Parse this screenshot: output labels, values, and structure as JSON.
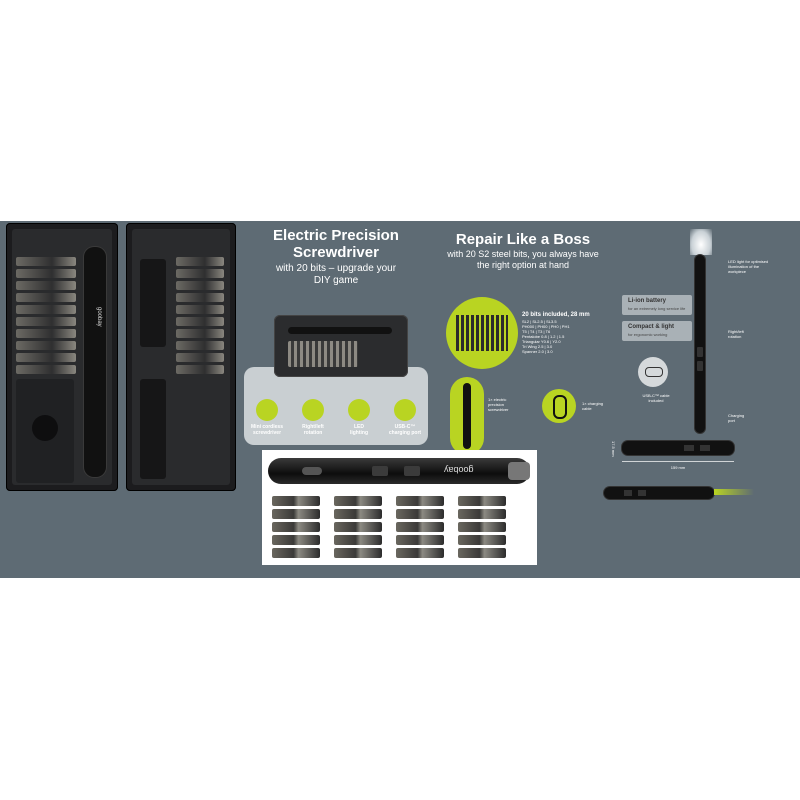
{
  "headline": {
    "title_line1": "Electric Precision",
    "title_line2": "Screwdriver",
    "subtitle_line1": "with 20 bits – upgrade your",
    "subtitle_line2": "DIY game"
  },
  "repair": {
    "title": "Repair Like a Boss",
    "subtitle_line1": "with 20 S2 steel bits, you always have",
    "subtitle_line2": "the right option at hand"
  },
  "features": [
    {
      "label_line1": "Mini cordless",
      "label_line2": "screwdriver",
      "icon": "screwdriver-icon"
    },
    {
      "label_line1": "Right/left",
      "label_line2": "rotation",
      "icon": "rotation-icon"
    },
    {
      "label_line1": "LED",
      "label_line2": "lighting",
      "icon": "bulb-icon"
    },
    {
      "label_line1": "USB-C™",
      "label_line2": "charging port",
      "icon": "usb-c-icon"
    }
  ],
  "contents": {
    "bits_title": "20 bits included, 28 mm",
    "bits_lines": [
      "SL2 | SL2.5 | SL3.5",
      "PH000 | PH00 | PH0 | PH1",
      "T5 | T4 | T3 | T6",
      "Pentalobe 0.8 | 1.2 | 1.5",
      "Triangular Y0.6 | Y2.0",
      "Tri Wing 2.5 | 3.0",
      "Spanner 2.0 | 3.0"
    ],
    "driver_label": [
      "1× electric",
      "precision",
      "screwdriver"
    ],
    "cable_label": [
      "1× charging",
      "cable"
    ]
  },
  "callouts": {
    "led": [
      "LED light for optimised",
      "illumination of the",
      "workpiece"
    ],
    "battery_title": "Li-ion battery",
    "battery_sub": "for an extremely long service life",
    "compact_title": "Compact & light",
    "compact_sub": "for ergonomic working",
    "rotation": [
      "Right/left",
      "rotation"
    ],
    "usb": [
      "USB-C™ cable",
      "included"
    ],
    "charging": [
      "Charging",
      "port"
    ]
  },
  "dimensions": {
    "diameter": "17.5 mm",
    "length": "159 mm"
  },
  "brand": "goobay",
  "colors": {
    "banner": "#5e6b74",
    "accent": "#b9d422",
    "panel": "#c9cfd2"
  }
}
